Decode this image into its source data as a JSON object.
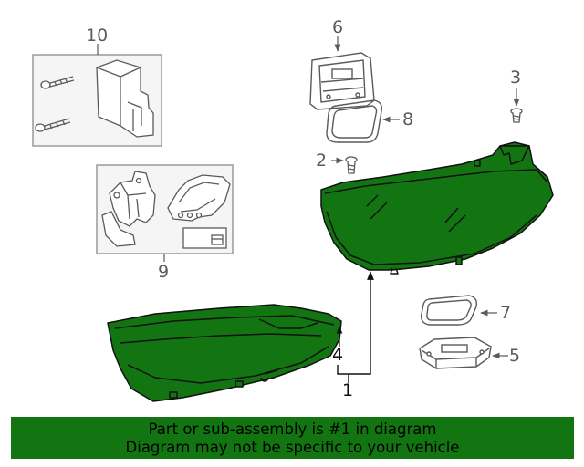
{
  "diagram": {
    "callouts": {
      "c1": "1",
      "c2": "2",
      "c3": "3",
      "c4": "4",
      "c5": "5",
      "c6": "6",
      "c7": "7",
      "c8": "8",
      "c9": "9",
      "c10": "10"
    },
    "colors": {
      "highlight": "#127512",
      "line": "#5a5a5a",
      "box_border": "#9a9a9a",
      "box_fill": "#f5f5f5"
    }
  },
  "footer": {
    "line1": "Part or sub-assembly is #1 in diagram",
    "line2": "Diagram may not be specific to your vehicle"
  }
}
